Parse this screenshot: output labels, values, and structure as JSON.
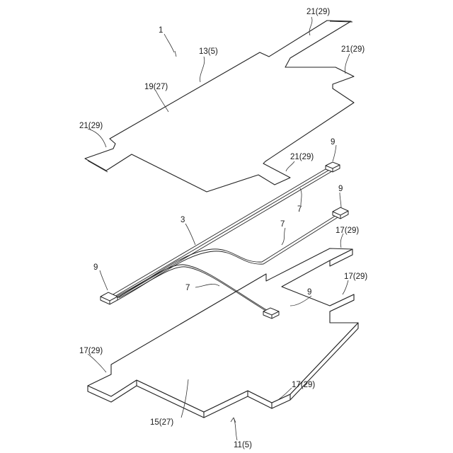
{
  "figure": {
    "ref_assembly": "1",
    "upper_sheet": "13(5)",
    "upper_body": "19(27)",
    "upper_tab_top_right_1": "21(29)",
    "upper_tab_top_right_2": "21(29)",
    "upper_tab_left": "21(29)",
    "upper_tab_bottom": "21(29)",
    "wire_harness": "3",
    "wire_upper": "7",
    "wire_middle": "7",
    "wire_lower": "7",
    "connector_top_1": "9",
    "connector_top_2": "9",
    "connector_left": "9",
    "connector_bottom": "9",
    "lower_tab_top_right_1": "17(29)",
    "lower_tab_top_right_2": "17(29)",
    "lower_tab_left": "17(29)",
    "lower_tab_bottom": "17(29)",
    "lower_body": "15(27)",
    "lower_sheet": "11(5)"
  }
}
